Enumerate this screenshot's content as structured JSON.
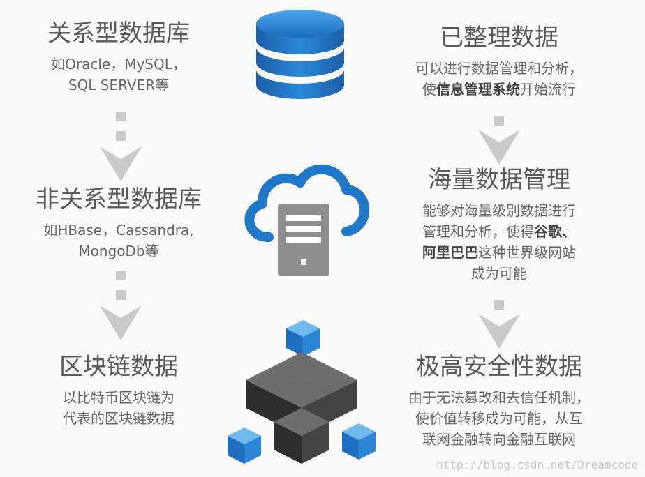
{
  "left": {
    "relational": {
      "title": "关系型数据库",
      "line1": "如Oracle，MySQL，",
      "line2": "SQL SERVER等"
    },
    "nonrelational": {
      "title": "非关系型数据库",
      "line1": "如HBase，Cassandra,",
      "line2": "MongoDb等"
    },
    "blockchain": {
      "title": "区块链数据",
      "line1": "以比特币区块链为",
      "line2": "代表的区块链数据"
    }
  },
  "right": {
    "organized": {
      "title": "已整理数据",
      "line1": "可以进行数据管理和分析，",
      "line2_a": "使",
      "line2_b": "信息管理系统",
      "line2_c": "开始流行"
    },
    "massive": {
      "title": "海量数据管理",
      "line1": "能够对海量级别数据进行",
      "line2_a": "管理和分析，使得",
      "line2_b": "谷歌、",
      "line3_a": "阿里巴巴",
      "line3_b": "这种世界级网站",
      "line4": "成为可能"
    },
    "secure": {
      "title": "极高安全性数据",
      "line1": "由于无法篡改和去信任机制，",
      "line2": "使价值转移成为可能，从互",
      "line3": "联网金融转向金融互联网"
    }
  },
  "icons": {
    "database": "database-icon",
    "cloud": "cloud-server-icon",
    "blocks": "blockchain-cubes-icon"
  },
  "colors": {
    "accent_blue": "#1f78c8",
    "cube_dark": "#3a3a3a",
    "text": "#555555"
  },
  "watermark": "http://blog.csdn.net/Dreamcode"
}
